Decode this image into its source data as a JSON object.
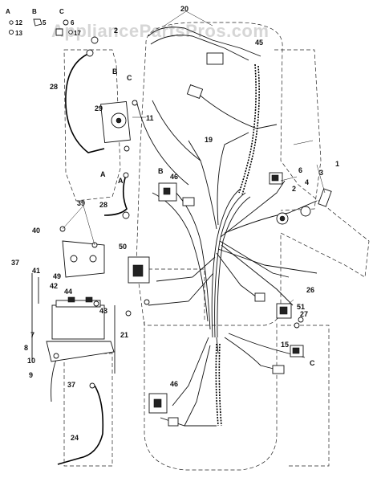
{
  "watermark": "AppliancePartsPros.com",
  "legend": {
    "col_a_header": "A",
    "col_b_header": "B",
    "col_c_header": "C",
    "row1_left": "12",
    "row1_b_mark": "5",
    "row1_right": "6",
    "row2_left": "13",
    "row2_right": "17"
  },
  "callouts": {
    "c1": "1",
    "c2": "2",
    "c2b": "2",
    "c3": "3",
    "c4": "4",
    "c6": "6",
    "c7": "7",
    "c8": "8",
    "c9": "9",
    "c10": "10",
    "c11": "11",
    "c15": "15",
    "c19": "19",
    "c20": "20",
    "c21": "21",
    "c24": "24",
    "c26": "26",
    "c27": "27",
    "c28a": "28",
    "c28b": "28",
    "c29": "29",
    "c37a": "37",
    "c37b": "37",
    "c39": "39",
    "c40": "40",
    "c41": "41",
    "c42": "42",
    "c43": "43",
    "c44": "44",
    "c45": "45",
    "c46a": "46",
    "c46b": "46",
    "c49": "49",
    "c50": "50",
    "c51": "51",
    "la1": "A",
    "la2": "A",
    "lb1": "B",
    "lb2": "B",
    "lc1": "C",
    "lc2": "C"
  }
}
